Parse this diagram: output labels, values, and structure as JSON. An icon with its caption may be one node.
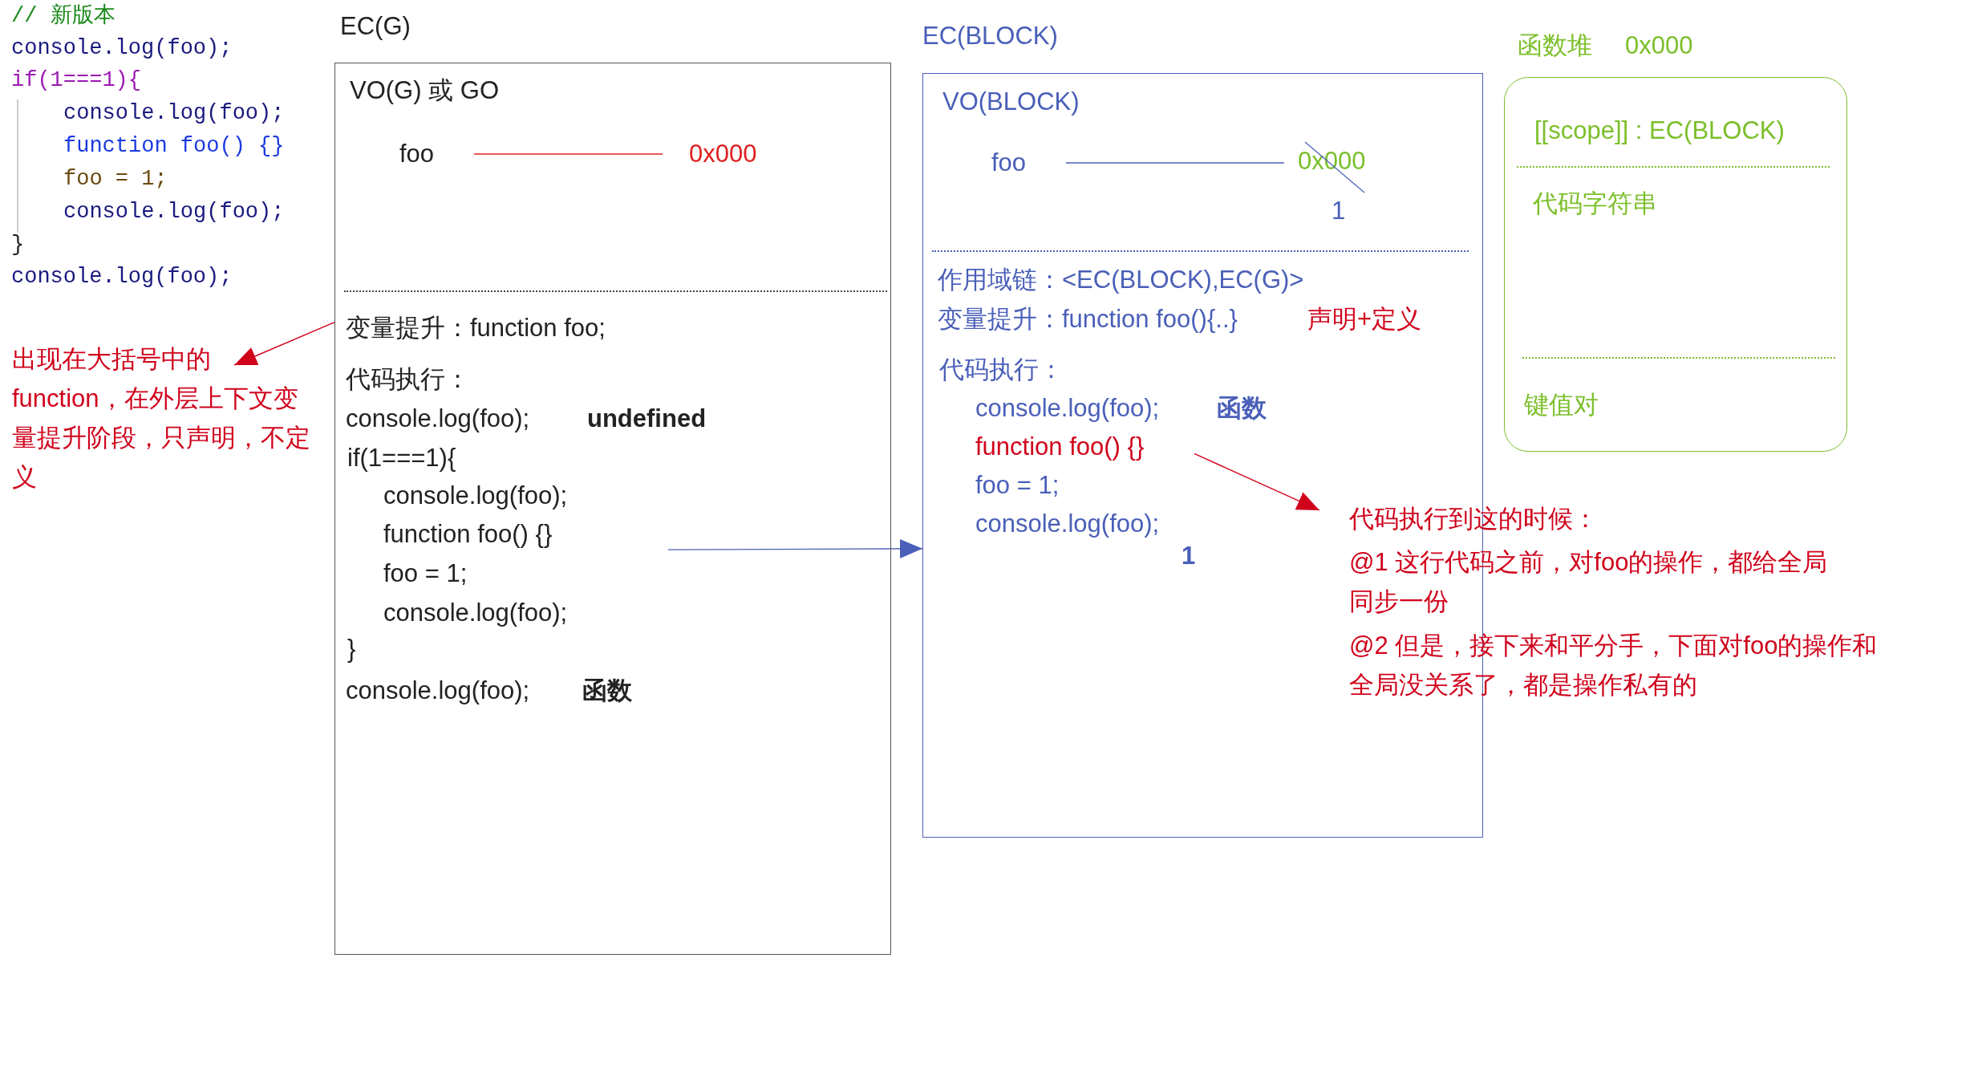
{
  "diagram": {
    "nodes": [
      {
        "text": [
          "EC(G)",
          "VO(G) 或 GO",
          "变量提升：function foo;",
          "代码执行：",
          "console.log(foo);",
          "undefined",
          "console.log(foo);",
          "函数"
        ]
      },
      {
        "text": [
          "foo"
        ],
        "in": 0
      },
      {
        "text": [
          "0x000"
        ],
        "in": 0
      },
      {
        "text": [
          "if(1===1){",
          "console.log(foo);",
          "function foo() {}",
          "foo = 1;",
          "console.log(foo);",
          "}"
        ],
        "in": 0
      },
      {
        "text": [
          "EC(BLOCK)",
          "VO(BLOCK)",
          "作用域链：<EC(BLOCK),EC(G)>",
          "变量提升：function foo(){..}",
          "声明+定义",
          "代码执行：",
          "console.log(foo);",
          "函数",
          "foo = 1;",
          "console.log(foo);",
          "1"
        ]
      },
      {
        "text": [
          "foo"
        ],
        "in": 4
      },
      {
        "text": [
          "0x000",
          "1"
        ],
        "in": 4
      },
      {
        "text": [
          "function foo() {}"
        ],
        "in": 4
      },
      {
        "text": [
          "函数堆",
          "0x000",
          "[[scope]] : EC(BLOCK)",
          "代码字符串",
          "键值对"
        ]
      },
      {
        "text": [
          "代码执行到这的时候：",
          "@1 这行代码之前，对foo的操作，都给全局同步一份",
          "@2 但是，接下来和平分手，下面对foo的操作和全局没关系了，都是操作私有的"
        ]
      },
      {
        "text": [
          "出现在大括号中的function，在外层上下文变量提升阶段，只声明，不定义"
        ]
      }
    ],
    "edges": [
      {
        "from": 1,
        "to": 2,
        "arrow": "none",
        "color": "#e02020"
      },
      {
        "from": 3,
        "to": 4,
        "arrow": "to",
        "color": "#4a5fb8"
      },
      {
        "from": 5,
        "to": 6,
        "arrow": "none",
        "color": "#4a5fb8"
      },
      {
        "from": 7,
        "to": 9,
        "arrow": "to",
        "color": "#d0021b"
      },
      {
        "from": 0,
        "to": 10,
        "arrow": "to",
        "color": "#d0021b"
      }
    ],
    "labels": [
      "// 新版本",
      "console.log(foo);",
      "if(1===1){",
      "console.log(foo);",
      "function foo() {}",
      "foo = 1;",
      "console.log(foo);",
      "}",
      "console.log(foo);"
    ]
  }
}
